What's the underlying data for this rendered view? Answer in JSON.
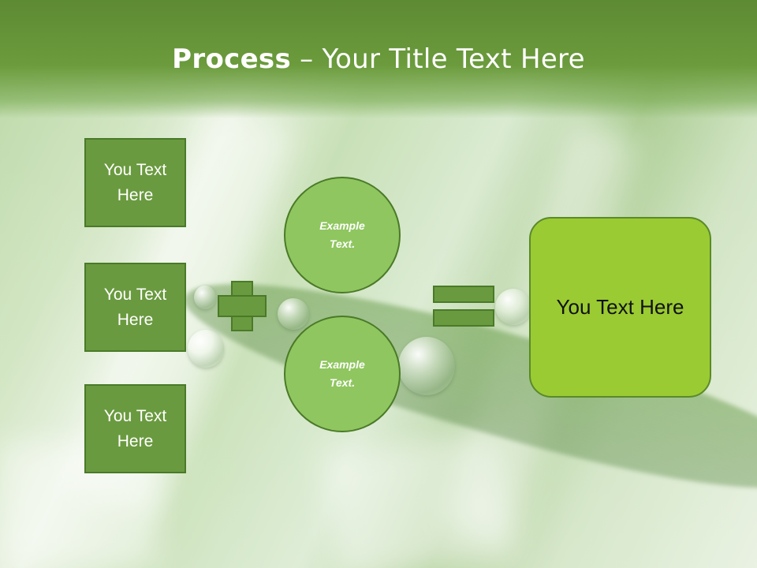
{
  "slide": {
    "title_bold": "Process",
    "title_separator": " – ",
    "title_rest": "Your Title Text Here"
  },
  "inputs": [
    {
      "line1": "You Text",
      "line2": "Here"
    },
    {
      "line1": "You Text",
      "line2": "Here"
    },
    {
      "line1": "You Text",
      "line2": "Here"
    }
  ],
  "circles": [
    {
      "line1": "Example",
      "line2": "Text."
    },
    {
      "line1": "Example",
      "line2": "Text."
    }
  ],
  "result": {
    "label": "You Text Here"
  },
  "colors": {
    "header_green": "#5d8a34",
    "box_green": "#6a9a3f",
    "box_border": "#4a7a28",
    "circle_green": "#8fc65f",
    "result_lime": "#9acb32"
  },
  "icons": {
    "plus": "plus-icon",
    "equals": "equals-icon"
  }
}
